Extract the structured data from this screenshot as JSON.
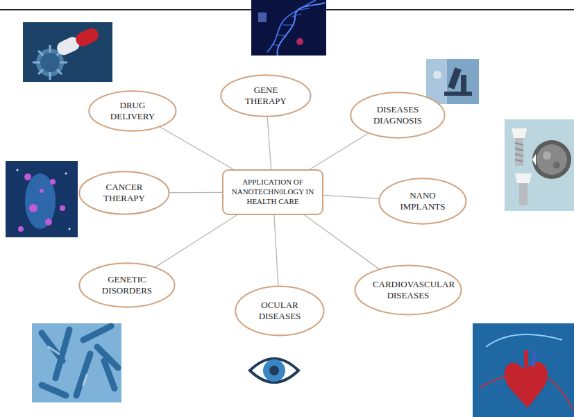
{
  "diagram": {
    "nodes": [
      {
        "text": [
          "GENE THERAPY"
        ]
      },
      {
        "text": [
          "DRUG DELIVERY"
        ]
      },
      {
        "text": [
          "DISEASES DIAGNOSIS"
        ]
      },
      {
        "text": [
          "CANCER THERAPY"
        ]
      },
      {
        "text": [
          "APPLICATION OF NANOTECHN0LOGY IN HEALTH CARE"
        ]
      },
      {
        "text": [
          "NANO IMPLANTS"
        ]
      },
      {
        "text": [
          "GENETIC DISORDERS"
        ]
      },
      {
        "text": [
          "CARDIOVASCULAR DISEASES"
        ]
      },
      {
        "text": [
          "OCULAR DISEASES"
        ]
      }
    ],
    "edges": [
      {
        "from": 4,
        "to": 0,
        "arrow": "none"
      },
      {
        "from": 4,
        "to": 1,
        "arrow": "none"
      },
      {
        "from": 4,
        "to": 2,
        "arrow": "none"
      },
      {
        "from": 4,
        "to": 3,
        "arrow": "none"
      },
      {
        "from": 4,
        "to": 5,
        "arrow": "none"
      },
      {
        "from": 4,
        "to": 6,
        "arrow": "none"
      },
      {
        "from": 4,
        "to": 7,
        "arrow": "none"
      },
      {
        "from": 4,
        "to": 8,
        "arrow": "none"
      }
    ]
  }
}
